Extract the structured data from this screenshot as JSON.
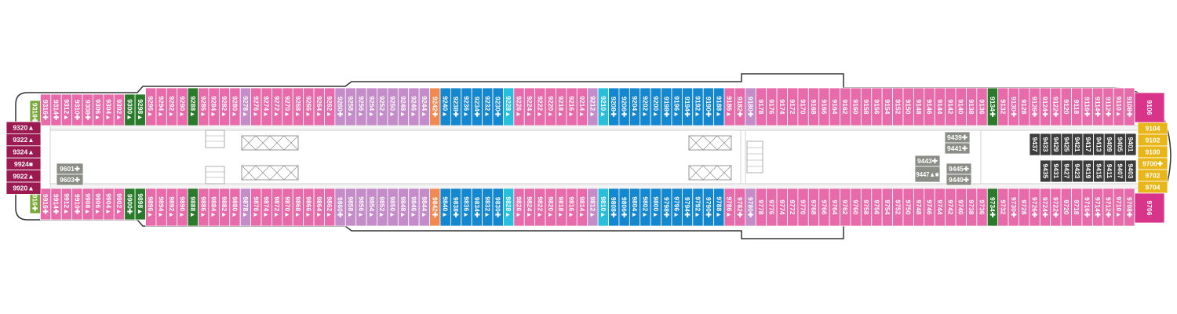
{
  "colors": {
    "pink": "#e76aaa",
    "lavender": "#c48cc8",
    "blue": "#1587cf",
    "cyan": "#29bed9",
    "orange": "#ef8a55",
    "green": "#2a7a2c",
    "olive": "#7aa838",
    "maroon": "#9c1a52",
    "yellow": "#e8b618",
    "magenta": "#d8358a",
    "gray": "#8b8d87",
    "dark": "#3c3c3c",
    "hull": "#333333",
    "corridor": "#ffffff"
  },
  "cabins": {
    "top": [
      {
        "n": "9318",
        "c": "olive",
        "s": "✚"
      },
      {
        "n": "9316",
        "c": "pink",
        "s": "✚"
      },
      {
        "n": "9314",
        "c": "pink",
        "s": "✚"
      },
      {
        "n": "9312",
        "c": "pink",
        "s": "▲"
      },
      {
        "n": "9310",
        "c": "pink",
        "s": "✚"
      },
      {
        "n": "9308",
        "c": "pink",
        "s": "✚"
      },
      {
        "n": "9306",
        "c": "pink",
        "s": "▲"
      },
      {
        "n": "9304",
        "c": "pink",
        "s": "▲"
      },
      {
        "n": "9302",
        "c": "pink",
        "s": "▲"
      },
      {
        "n": "9300",
        "c": "green",
        "s": "▲"
      },
      {
        "n": "9298",
        "c": "green",
        "s": "▲"
      },
      {
        "n": "9296",
        "c": "pink",
        "s": "▲"
      },
      {
        "n": "9294",
        "c": "pink",
        "s": "▲"
      },
      {
        "n": "9292",
        "c": "pink",
        "s": "▲"
      },
      {
        "n": "9290",
        "c": "pink",
        "s": "▲"
      },
      {
        "n": "9288",
        "c": "green",
        "s": "▲"
      },
      {
        "n": "9286",
        "c": "pink",
        "s": "▲"
      },
      {
        "n": "9284",
        "c": "pink",
        "s": "▲"
      },
      {
        "n": "9282",
        "c": "pink",
        "s": "▲"
      },
      {
        "n": "9280",
        "c": "pink",
        "s": "▲"
      },
      {
        "n": "9278",
        "c": "lavender",
        "s": "▲"
      },
      {
        "n": "9276",
        "c": "pink",
        "s": "▲"
      },
      {
        "n": "9274",
        "c": "pink",
        "s": "▲"
      },
      {
        "n": "9272",
        "c": "pink",
        "s": "▲"
      },
      {
        "n": "9270",
        "c": "pink",
        "s": "▲"
      },
      {
        "n": "9268",
        "c": "pink",
        "s": "▲"
      },
      {
        "n": "9266",
        "c": "pink",
        "s": "▲"
      },
      {
        "n": "9264",
        "c": "pink",
        "s": "▲"
      },
      {
        "n": "9262",
        "c": "pink",
        "s": "▲"
      },
      {
        "n": "9260",
        "c": "lavender",
        "s": "✚"
      },
      {
        "n": "9258",
        "c": "lavender",
        "s": "▲"
      },
      {
        "n": "9256",
        "c": "lavender",
        "s": "▲"
      },
      {
        "n": "9254",
        "c": "lavender",
        "s": "▲"
      },
      {
        "n": "9252",
        "c": "lavender",
        "s": "▲"
      },
      {
        "n": "9250",
        "c": "lavender",
        "s": "▲"
      },
      {
        "n": "9248",
        "c": "lavender",
        "s": "▲"
      },
      {
        "n": "9246",
        "c": "lavender",
        "s": "▲"
      },
      {
        "n": "9244",
        "c": "lavender",
        "s": "▲"
      },
      {
        "n": "9242",
        "c": "orange",
        "s": "✚"
      },
      {
        "n": "9240",
        "c": "blue",
        "s": "▲"
      },
      {
        "n": "9238",
        "c": "blue",
        "s": "✚"
      },
      {
        "n": "9236",
        "c": "blue",
        "s": "▲"
      },
      {
        "n": "9234",
        "c": "blue",
        "s": "✚"
      },
      {
        "n": "9232",
        "c": "blue",
        "s": "▲"
      },
      {
        "n": "9230",
        "c": "blue",
        "s": "✚"
      },
      {
        "n": "9228",
        "c": "cyan",
        "s": "▲"
      },
      {
        "n": "9226",
        "c": "pink",
        "s": "▲"
      },
      {
        "n": "9224",
        "c": "pink",
        "s": "▲"
      },
      {
        "n": "9222",
        "c": "pink",
        "s": "▲"
      },
      {
        "n": "9220",
        "c": "pink",
        "s": "▲"
      },
      {
        "n": "9218",
        "c": "pink",
        "s": "▲"
      },
      {
        "n": "9216",
        "c": "pink",
        "s": "▲"
      },
      {
        "n": "9214",
        "c": "pink",
        "s": "▲"
      },
      {
        "n": "9212",
        "c": "lavender",
        "s": "▲"
      },
      {
        "n": "9210",
        "c": "cyan",
        "s": "▲"
      },
      {
        "n": "9208",
        "c": "blue",
        "s": "✚"
      },
      {
        "n": "9206",
        "c": "blue",
        "s": "✚"
      },
      {
        "n": "9204",
        "c": "blue",
        "s": "▲"
      },
      {
        "n": "9202",
        "c": "blue",
        "s": "▲"
      },
      {
        "n": "9200",
        "c": "blue",
        "s": "▲"
      },
      {
        "n": "9198",
        "c": "blue",
        "s": "✚"
      },
      {
        "n": "9196",
        "c": "blue",
        "s": "▲"
      },
      {
        "n": "9194",
        "c": "blue",
        "s": "✚"
      },
      {
        "n": "9192",
        "c": "blue",
        "s": "▲"
      },
      {
        "n": "9190",
        "c": "blue",
        "s": "✚"
      },
      {
        "n": "9188",
        "c": "blue",
        "s": "▲"
      },
      {
        "n": "9186",
        "c": "pink",
        "s": "▲"
      },
      {
        "n": "9182",
        "c": "pink",
        "s": "✚"
      },
      {
        "n": "9180",
        "c": "lavender",
        "s": "✚"
      },
      {
        "n": "9178",
        "c": "pink",
        "s": ""
      },
      {
        "n": "9176",
        "c": "pink",
        "s": ""
      },
      {
        "n": "9174",
        "c": "pink",
        "s": ""
      },
      {
        "n": "9172",
        "c": "pink",
        "s": ""
      },
      {
        "n": "9170",
        "c": "pink",
        "s": ""
      },
      {
        "n": "9168",
        "c": "pink",
        "s": ""
      },
      {
        "n": "9166",
        "c": "pink",
        "s": ""
      },
      {
        "n": "9164",
        "c": "pink",
        "s": ""
      },
      {
        "n": "9162",
        "c": "pink",
        "s": ""
      },
      {
        "n": "9160",
        "c": "pink",
        "s": ""
      },
      {
        "n": "9158",
        "c": "pink",
        "s": ""
      },
      {
        "n": "9156",
        "c": "pink",
        "s": ""
      },
      {
        "n": "9154",
        "c": "pink",
        "s": ""
      },
      {
        "n": "9152",
        "c": "pink",
        "s": ""
      },
      {
        "n": "9150",
        "c": "pink",
        "s": ""
      },
      {
        "n": "9148",
        "c": "pink",
        "s": ""
      },
      {
        "n": "9146",
        "c": "pink",
        "s": ""
      },
      {
        "n": "9144",
        "c": "pink",
        "s": ""
      },
      {
        "n": "9142",
        "c": "pink",
        "s": ""
      },
      {
        "n": "9140",
        "c": "pink",
        "s": ""
      },
      {
        "n": "9138",
        "c": "pink",
        "s": ""
      },
      {
        "n": "9136",
        "c": "pink",
        "s": ""
      },
      {
        "n": "9134",
        "c": "green",
        "s": "✚"
      },
      {
        "n": "9132",
        "c": "pink",
        "s": ""
      },
      {
        "n": "9130",
        "c": "pink",
        "s": "✚"
      },
      {
        "n": "9128",
        "c": "pink",
        "s": ""
      },
      {
        "n": "9126",
        "c": "pink",
        "s": "✚"
      },
      {
        "n": "9124",
        "c": "pink",
        "s": "✚"
      },
      {
        "n": "9122",
        "c": "pink",
        "s": "✚"
      },
      {
        "n": "9120",
        "c": "pink",
        "s": ""
      },
      {
        "n": "9118",
        "c": "pink",
        "s": ""
      },
      {
        "n": "9116",
        "c": "pink",
        "s": "✚"
      },
      {
        "n": "9114",
        "c": "pink",
        "s": "✚"
      },
      {
        "n": "9112",
        "c": "pink",
        "s": "✚"
      },
      {
        "n": "9110",
        "c": "pink",
        "s": "▲"
      },
      {
        "n": "9108",
        "c": "pink",
        "s": "✚"
      }
    ],
    "bottom": [
      {
        "n": "9916",
        "c": "olive",
        "s": "✚"
      },
      {
        "n": "9916",
        "c": "pink",
        "s": "✚"
      },
      {
        "n": "9914",
        "c": "pink",
        "s": "✚"
      },
      {
        "n": "9912",
        "c": "pink",
        "s": "▲"
      },
      {
        "n": "9910",
        "c": "pink",
        "s": "✚"
      },
      {
        "n": "9908",
        "c": "pink",
        "s": "▲"
      },
      {
        "n": "9906",
        "c": "pink",
        "s": "▲"
      },
      {
        "n": "9904",
        "c": "pink",
        "s": "▲"
      },
      {
        "n": "9902",
        "c": "pink",
        "s": "▲"
      },
      {
        "n": "9900",
        "c": "green",
        "s": "✚"
      },
      {
        "n": "9898",
        "c": "green",
        "s": "▲"
      },
      {
        "n": "9896",
        "c": "pink",
        "s": "▲"
      },
      {
        "n": "9894",
        "c": "pink",
        "s": "▲"
      },
      {
        "n": "9892",
        "c": "pink",
        "s": "▲"
      },
      {
        "n": "9890",
        "c": "pink",
        "s": "▲"
      },
      {
        "n": "9888",
        "c": "green",
        "s": "▲"
      },
      {
        "n": "9886",
        "c": "pink",
        "s": "▲"
      },
      {
        "n": "9884",
        "c": "pink",
        "s": "▲"
      },
      {
        "n": "9882",
        "c": "pink",
        "s": "▲"
      },
      {
        "n": "9880",
        "c": "pink",
        "s": "▲"
      },
      {
        "n": "9878",
        "c": "lavender",
        "s": "▲"
      },
      {
        "n": "9876",
        "c": "pink",
        "s": "▲"
      },
      {
        "n": "9874",
        "c": "pink",
        "s": "▲"
      },
      {
        "n": "9872",
        "c": "pink",
        "s": "▲"
      },
      {
        "n": "9870",
        "c": "pink",
        "s": "▲"
      },
      {
        "n": "9868",
        "c": "pink",
        "s": "▲"
      },
      {
        "n": "9866",
        "c": "pink",
        "s": "▲"
      },
      {
        "n": "9864",
        "c": "pink",
        "s": "▲"
      },
      {
        "n": "9862",
        "c": "pink",
        "s": "▲"
      },
      {
        "n": "9860",
        "c": "lavender",
        "s": "✚"
      },
      {
        "n": "9858",
        "c": "lavender",
        "s": "▲"
      },
      {
        "n": "9856",
        "c": "lavender",
        "s": "▲"
      },
      {
        "n": "9854",
        "c": "lavender",
        "s": "▲"
      },
      {
        "n": "9852",
        "c": "lavender",
        "s": "▲"
      },
      {
        "n": "9850",
        "c": "lavender",
        "s": "▲"
      },
      {
        "n": "9848",
        "c": "lavender",
        "s": "▲"
      },
      {
        "n": "9846",
        "c": "lavender",
        "s": "▲"
      },
      {
        "n": "9844",
        "c": "lavender",
        "s": "▲"
      },
      {
        "n": "9842",
        "c": "orange",
        "s": "✚"
      },
      {
        "n": "9840",
        "c": "blue",
        "s": "▲"
      },
      {
        "n": "9838",
        "c": "blue",
        "s": "✚"
      },
      {
        "n": "9836",
        "c": "blue",
        "s": "▲"
      },
      {
        "n": "9834",
        "c": "blue",
        "s": "✚"
      },
      {
        "n": "9832",
        "c": "blue",
        "s": "▲"
      },
      {
        "n": "9830",
        "c": "blue",
        "s": "✚"
      },
      {
        "n": "9828",
        "c": "cyan",
        "s": "▲"
      },
      {
        "n": "9826",
        "c": "pink",
        "s": "▲"
      },
      {
        "n": "9824",
        "c": "pink",
        "s": "▲"
      },
      {
        "n": "9822",
        "c": "pink",
        "s": "▲"
      },
      {
        "n": "9820",
        "c": "pink",
        "s": "▲"
      },
      {
        "n": "9818",
        "c": "pink",
        "s": "▲"
      },
      {
        "n": "9816",
        "c": "pink",
        "s": "▲"
      },
      {
        "n": "9814",
        "c": "pink",
        "s": "▲"
      },
      {
        "n": "9812",
        "c": "lavender",
        "s": "▲"
      },
      {
        "n": "9810",
        "c": "cyan",
        "s": "▲"
      },
      {
        "n": "9808",
        "c": "blue",
        "s": "✚"
      },
      {
        "n": "9806",
        "c": "blue",
        "s": "✚"
      },
      {
        "n": "9804",
        "c": "blue",
        "s": "▲"
      },
      {
        "n": "9802",
        "c": "blue",
        "s": "▲"
      },
      {
        "n": "9800",
        "c": "blue",
        "s": "▲"
      },
      {
        "n": "9798",
        "c": "blue",
        "s": "✚"
      },
      {
        "n": "9796",
        "c": "blue",
        "s": "▲"
      },
      {
        "n": "9794",
        "c": "blue",
        "s": "✚"
      },
      {
        "n": "9792",
        "c": "blue",
        "s": "▲"
      },
      {
        "n": "9790",
        "c": "blue",
        "s": "✚"
      },
      {
        "n": "9788",
        "c": "blue",
        "s": "▲"
      },
      {
        "n": "9786",
        "c": "pink",
        "s": "▲"
      },
      {
        "n": "9782",
        "c": "pink",
        "s": "✚"
      },
      {
        "n": "9780",
        "c": "lavender",
        "s": "✚"
      },
      {
        "n": "9778",
        "c": "pink",
        "s": ""
      },
      {
        "n": "9776",
        "c": "pink",
        "s": ""
      },
      {
        "n": "9774",
        "c": "pink",
        "s": ""
      },
      {
        "n": "9772",
        "c": "pink",
        "s": ""
      },
      {
        "n": "9770",
        "c": "pink",
        "s": ""
      },
      {
        "n": "9768",
        "c": "pink",
        "s": ""
      },
      {
        "n": "9766",
        "c": "pink",
        "s": ""
      },
      {
        "n": "9764",
        "c": "pink",
        "s": ""
      },
      {
        "n": "9762",
        "c": "pink",
        "s": ""
      },
      {
        "n": "9760",
        "c": "pink",
        "s": ""
      },
      {
        "n": "9758",
        "c": "pink",
        "s": ""
      },
      {
        "n": "9756",
        "c": "pink",
        "s": ""
      },
      {
        "n": "9754",
        "c": "pink",
        "s": ""
      },
      {
        "n": "9752",
        "c": "pink",
        "s": ""
      },
      {
        "n": "9750",
        "c": "pink",
        "s": ""
      },
      {
        "n": "9748",
        "c": "pink",
        "s": ""
      },
      {
        "n": "9746",
        "c": "pink",
        "s": ""
      },
      {
        "n": "9744",
        "c": "pink",
        "s": ""
      },
      {
        "n": "9742",
        "c": "pink",
        "s": ""
      },
      {
        "n": "9740",
        "c": "pink",
        "s": ""
      },
      {
        "n": "9738",
        "c": "pink",
        "s": ""
      },
      {
        "n": "9736",
        "c": "pink",
        "s": ""
      },
      {
        "n": "9734",
        "c": "green",
        "s": "✚"
      },
      {
        "n": "9732",
        "c": "pink",
        "s": ""
      },
      {
        "n": "9730",
        "c": "pink",
        "s": "✚"
      },
      {
        "n": "9728",
        "c": "pink",
        "s": ""
      },
      {
        "n": "9726",
        "c": "pink",
        "s": "✚"
      },
      {
        "n": "9724",
        "c": "pink",
        "s": "✚"
      },
      {
        "n": "9722",
        "c": "pink",
        "s": "✚"
      },
      {
        "n": "9720",
        "c": "pink",
        "s": ""
      },
      {
        "n": "9718",
        "c": "pink",
        "s": ""
      },
      {
        "n": "9716",
        "c": "pink",
        "s": "✚"
      },
      {
        "n": "9714",
        "c": "pink",
        "s": "✚"
      },
      {
        "n": "9712",
        "c": "pink",
        "s": "✚"
      },
      {
        "n": "9710",
        "c": "pink",
        "s": "▲"
      },
      {
        "n": "9708",
        "c": "pink",
        "s": "✚"
      }
    ],
    "stern": [
      {
        "n": "9320",
        "s": "▲"
      },
      {
        "n": "9322",
        "s": "▲"
      },
      {
        "n": "9324",
        "s": "▲"
      },
      {
        "n": "9924",
        "s": "■"
      },
      {
        "n": "9922",
        "s": "▲"
      },
      {
        "n": "9920",
        "s": "▲"
      }
    ],
    "mid_left": [
      {
        "n": "9601",
        "s": "✚"
      },
      {
        "n": "9603",
        "s": "✚"
      }
    ],
    "mid_right": [
      {
        "n": "9439",
        "s": "✚"
      },
      {
        "n": "9441",
        "s": "✚"
      },
      {
        "n": "9443",
        "s": "✚"
      },
      {
        "n": "9447",
        "s": "▲■"
      },
      {
        "n": "9445",
        "s": "✚"
      },
      {
        "n": "9449",
        "s": "✚"
      }
    ],
    "haven_top": [
      "9437",
      "9433",
      "9429",
      "9425",
      "9421",
      "9417",
      "9413",
      "9409",
      "9405",
      "9401"
    ],
    "haven_bottom": [
      "9435",
      "9431",
      "9427",
      "9423",
      "9419",
      "9415",
      "9411",
      "9407",
      "9403"
    ],
    "bow_top": "9106",
    "bow_bottom": "9706",
    "bow_yellow": [
      {
        "n": "9104",
        "s": ""
      },
      {
        "n": "9102",
        "s": ""
      },
      {
        "n": "9100",
        "s": ""
      },
      {
        "n": "9700",
        "s": "✚"
      },
      {
        "n": "9702",
        "s": ""
      },
      {
        "n": "9704",
        "s": ""
      }
    ]
  }
}
